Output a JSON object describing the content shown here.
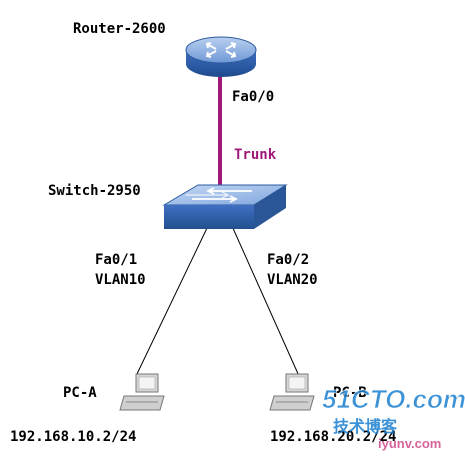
{
  "devices": {
    "router": {
      "name": "Router-2600",
      "port": "Fa0/0"
    },
    "switch": {
      "name": "Switch-2950"
    },
    "pc_a": {
      "name": "PC-A",
      "ip": "192.168.10.2/24"
    },
    "pc_b": {
      "name": "PC-B",
      "ip": "192.168.20.2/24"
    }
  },
  "links": {
    "trunk": {
      "label": "Trunk",
      "color": "#a0197a"
    },
    "left": {
      "port": "Fa0/1",
      "vlan": "VLAN10"
    },
    "right": {
      "port": "Fa0/2",
      "vlan": "VLAN20"
    }
  },
  "watermark": {
    "brand": "51CTO.com",
    "subtitle": "技术博客",
    "domain": "iyunv.com"
  },
  "colors": {
    "device_blue": "#2f5fa8",
    "device_blue_light": "#8fb3e6",
    "cable": "#000000"
  }
}
